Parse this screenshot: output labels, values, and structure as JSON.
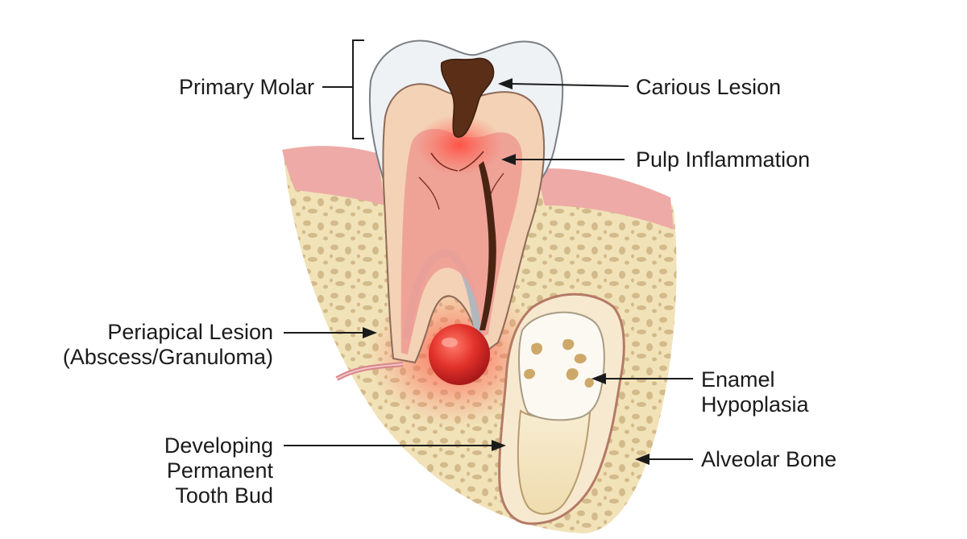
{
  "labels": {
    "primary_molar": "Primary Molar",
    "carious_lesion": "Carious Lesion",
    "pulp_inflammation": "Pulp Inflammation",
    "periapical_lesion": [
      "Periapical Lesion",
      "(Abscess/Granuloma)"
    ],
    "enamel_hypoplasia": [
      "Enamel",
      "Hypoplasia"
    ],
    "developing_tooth_bud": [
      "Developing",
      "Permanent",
      "Tooth Bud"
    ],
    "alveolar_bone": "Alveolar Bone"
  },
  "colors": {
    "gum": "#eeaaa6",
    "bone": "#f1e2b8",
    "bone_pores": "#c9ac7a",
    "enamel": "#eef2f5",
    "dentin": "#f4d2b6",
    "pulp": "#ee9d94",
    "inflammation": "#e3342c",
    "caries": "#5a2e17",
    "bud_crown": "#fbf9f2",
    "bud_root": "#f5e8c6",
    "hypoplasia": "#c9a05a",
    "line": "#1b1b1b"
  }
}
